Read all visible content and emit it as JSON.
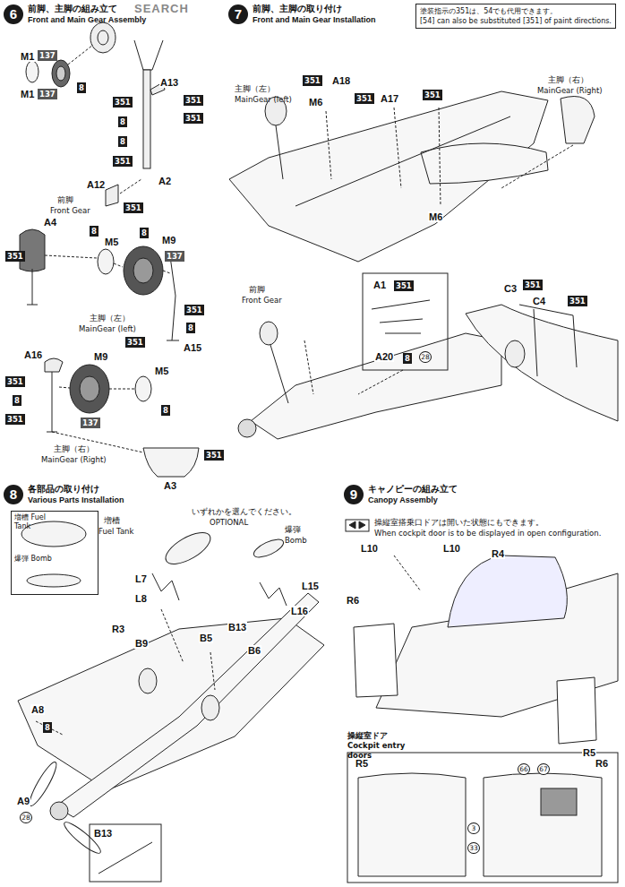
{
  "diagram": {
    "nodes": [
      {
        "text": [
          "6",
          "前脚、主脚の組み立て",
          "Front and Main Gear Assembly"
        ]
      },
      {
        "text": [
          "7",
          "前脚、主脚の取り付け",
          "Front and Main Gear Installation"
        ]
      },
      {
        "text": [
          "塗装指示の351は、54でも代用できます。",
          "[54] can also be substituted [351] of paint directions."
        ]
      },
      {
        "text": [
          "8",
          "各部品の取り付け",
          "Various Parts Installation"
        ]
      },
      {
        "text": [
          "増槽 Fuel Tank",
          "爆弾 Bomb"
        ]
      },
      {
        "text": [
          "9",
          "キャノピーの組み立て",
          "Canopy Assembly"
        ]
      },
      {
        "text": [
          "操縦室ドア Cockpit entry doors"
        ]
      }
    ],
    "labels": [
      "SEARCH",
      "M1",
      "137",
      "8",
      "M1",
      "137",
      "A13",
      "351",
      "351",
      "351",
      "8",
      "8",
      "351",
      "A2",
      "A12",
      "351",
      "前脚",
      "Front Gear",
      "A4",
      "8",
      "M5",
      "8",
      "M9",
      "137",
      "351",
      "351",
      "351",
      "8",
      "A15",
      "主脚（左）",
      "MainGear (left)",
      "A16",
      "M9",
      "351",
      "8",
      "351",
      "137",
      "M5",
      "8",
      "351",
      "A3",
      "主脚（右）",
      "MainGear (Right)",
      "主脚（左）",
      "MainGear (left)",
      "351",
      "A18",
      "M6",
      "351",
      "A17",
      "351",
      "M6",
      "主脚（右）",
      "MainGear (Right)",
      "前脚",
      "Front Gear",
      "A1",
      "351",
      "A20",
      "8",
      "28",
      "C3",
      "351",
      "C4",
      "351",
      "増槽",
      "Fuel Tank",
      "いずれかを選んでください。",
      "OPTIONAL",
      "爆弾",
      "Bomb",
      "L7",
      "L8",
      "L15",
      "L16",
      "R3",
      "B9",
      "B5",
      "B13",
      "B6",
      "A8",
      "8",
      "A9",
      "28",
      "B13",
      "操縦室搭乗口ドアは開いた状態にもできます。",
      "When cockpit door is to be displayed in open configuration.",
      "L10",
      "L10",
      "R4",
      "R6",
      "R5",
      "R5",
      "R6",
      "66",
      "67",
      "3",
      "33"
    ]
  }
}
